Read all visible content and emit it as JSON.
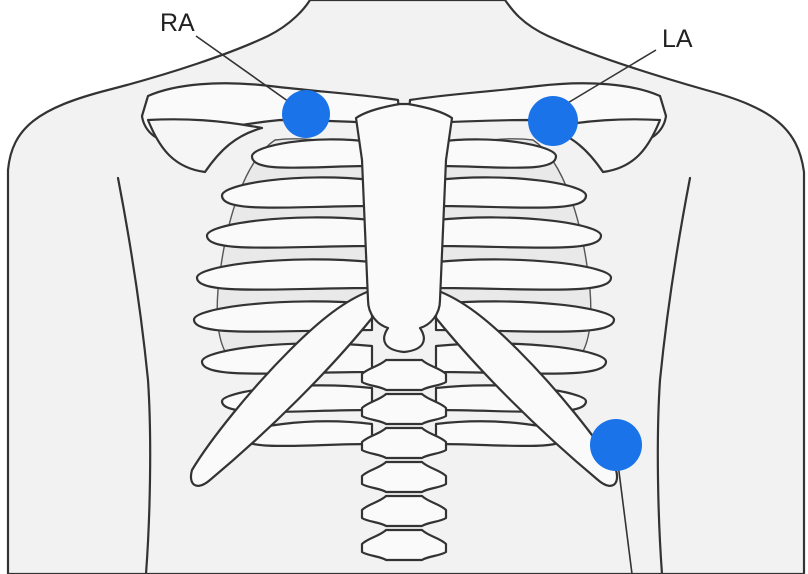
{
  "labels": {
    "right_arm": "RA",
    "left_arm": "LA"
  },
  "colors": {
    "electrode": "#1a73e8",
    "background": "#ffffff",
    "body_fill": "#f2f2f2",
    "bone_fill": "#fafafa",
    "lung_fill": "#e9e9e9",
    "outline": "#333333"
  },
  "electrodes": [
    {
      "id": "RA",
      "label": "RA"
    },
    {
      "id": "LA",
      "label": "LA"
    },
    {
      "id": "lower-left",
      "label": ""
    }
  ]
}
